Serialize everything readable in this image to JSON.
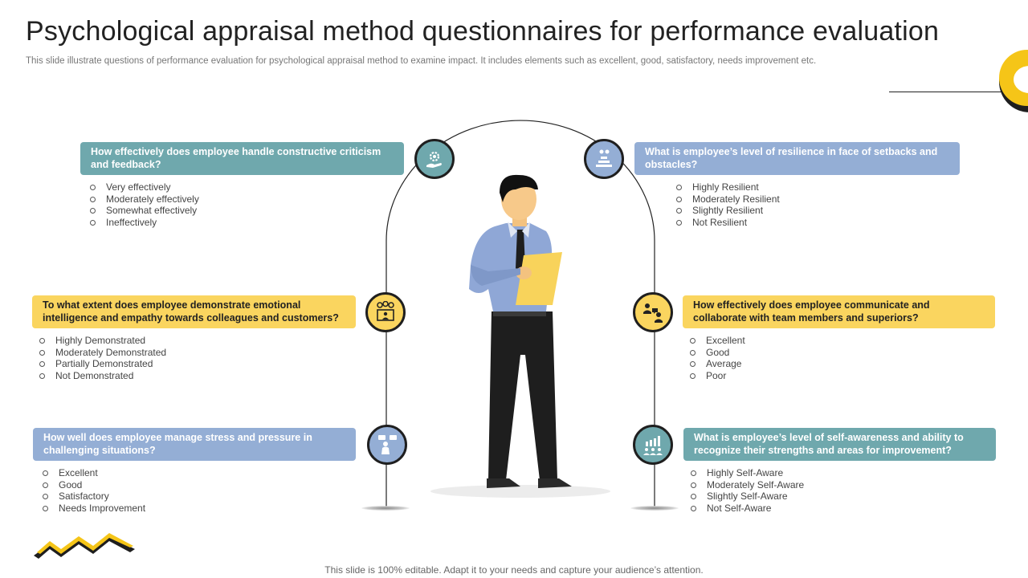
{
  "title": "Psychological appraisal method questionnaires for performance evaluation",
  "subtitle": "This slide illustrate questions of performance evaluation for psychological appraisal method to examine impact. It includes elements such as excellent, good, satisfactory, needs improvement etc.",
  "footer": "This slide is 100% editable. Adapt it to your needs and capture your audience’s attention.",
  "colors": {
    "teal": "#6fa8ad",
    "blue": "#94aed5",
    "yellow": "#fad55f",
    "accent": "#f5c518"
  },
  "questions": [
    {
      "icon": "gear-hand-icon",
      "color": "teal",
      "question": "How effectively does employee handle constructive criticism and feedback?",
      "options": [
        "Very effectively",
        "Moderately effectively",
        "Somewhat effectively",
        "Ineffectively"
      ]
    },
    {
      "icon": "team-pyramid-icon",
      "color": "blue",
      "question": "What is employee’s level of resilience in face of setbacks and obstacles?",
      "options": [
        "Highly Resilient",
        "Moderately Resilient",
        "Slightly Resilient",
        "Not Resilient"
      ]
    },
    {
      "icon": "emotions-screen-icon",
      "color": "yellow",
      "question": "To what extent does employee demonstrate emotional intelligence and empathy towards colleagues and customers?",
      "options": [
        "Highly Demonstrated",
        "Moderately Demonstrated",
        "Partially Demonstrated",
        "Not Demonstrated"
      ]
    },
    {
      "icon": "communication-icon",
      "color": "yellow",
      "question": "How effectively does employee communicate and collaborate with team members and superiors?",
      "options": [
        "Excellent",
        "Good",
        "Average",
        "Poor"
      ]
    },
    {
      "icon": "stress-person-icon",
      "color": "blue",
      "question": "How well does employee manage stress and pressure in challenging situations?",
      "options": [
        "Excellent",
        "Good",
        "Satisfactory",
        "Needs Improvement"
      ]
    },
    {
      "icon": "growth-chart-team-icon",
      "color": "teal",
      "question": "What is employee’s level of self-awareness and ability to recognize their strengths  and areas for improvement?",
      "options": [
        "Highly Self-Aware",
        "Moderately Self-Aware",
        "Slightly Self-Aware",
        "Not Self-Aware"
      ]
    }
  ]
}
